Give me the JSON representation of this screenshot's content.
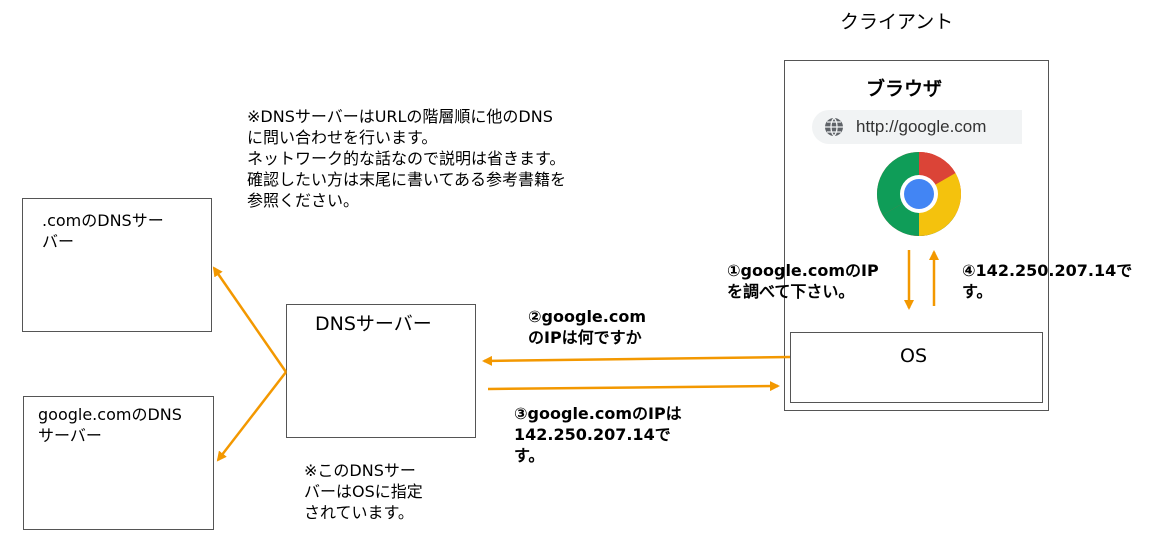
{
  "client_label": "クライアント",
  "browser": {
    "title": "ブラウザ",
    "address_text": "http://google.com",
    "icons": [
      "globe-icon",
      "chrome-logo-icon"
    ]
  },
  "os_label": "OS",
  "dns_server_label": "DNSサーバー",
  "com_dns_label": ".comのDNSサー\nバー",
  "google_dns_label": "google.comのDNS\nサーバー",
  "note_top": "※DNSサーバーはURLの階層順に他のDNS\nに問い合わせを行います。\nネットワーク的な話なので説明は省きます。\n確認したい方は末尾に書いてある参考書籍を\n参照ください。",
  "note_bottom": "※このDNSサー\nバーはOSに指定\nされています。",
  "steps": {
    "step1": "①google.comのIP\nを調べて下さい。",
    "step2": "②google.com\nのIPは何ですか",
    "step3": "③google.comのIPは\n142.250.207.14で\nす。",
    "step4": "④142.250.207.14で\nす。"
  },
  "colors": {
    "arrow": "#f39800",
    "border": "#555555"
  }
}
